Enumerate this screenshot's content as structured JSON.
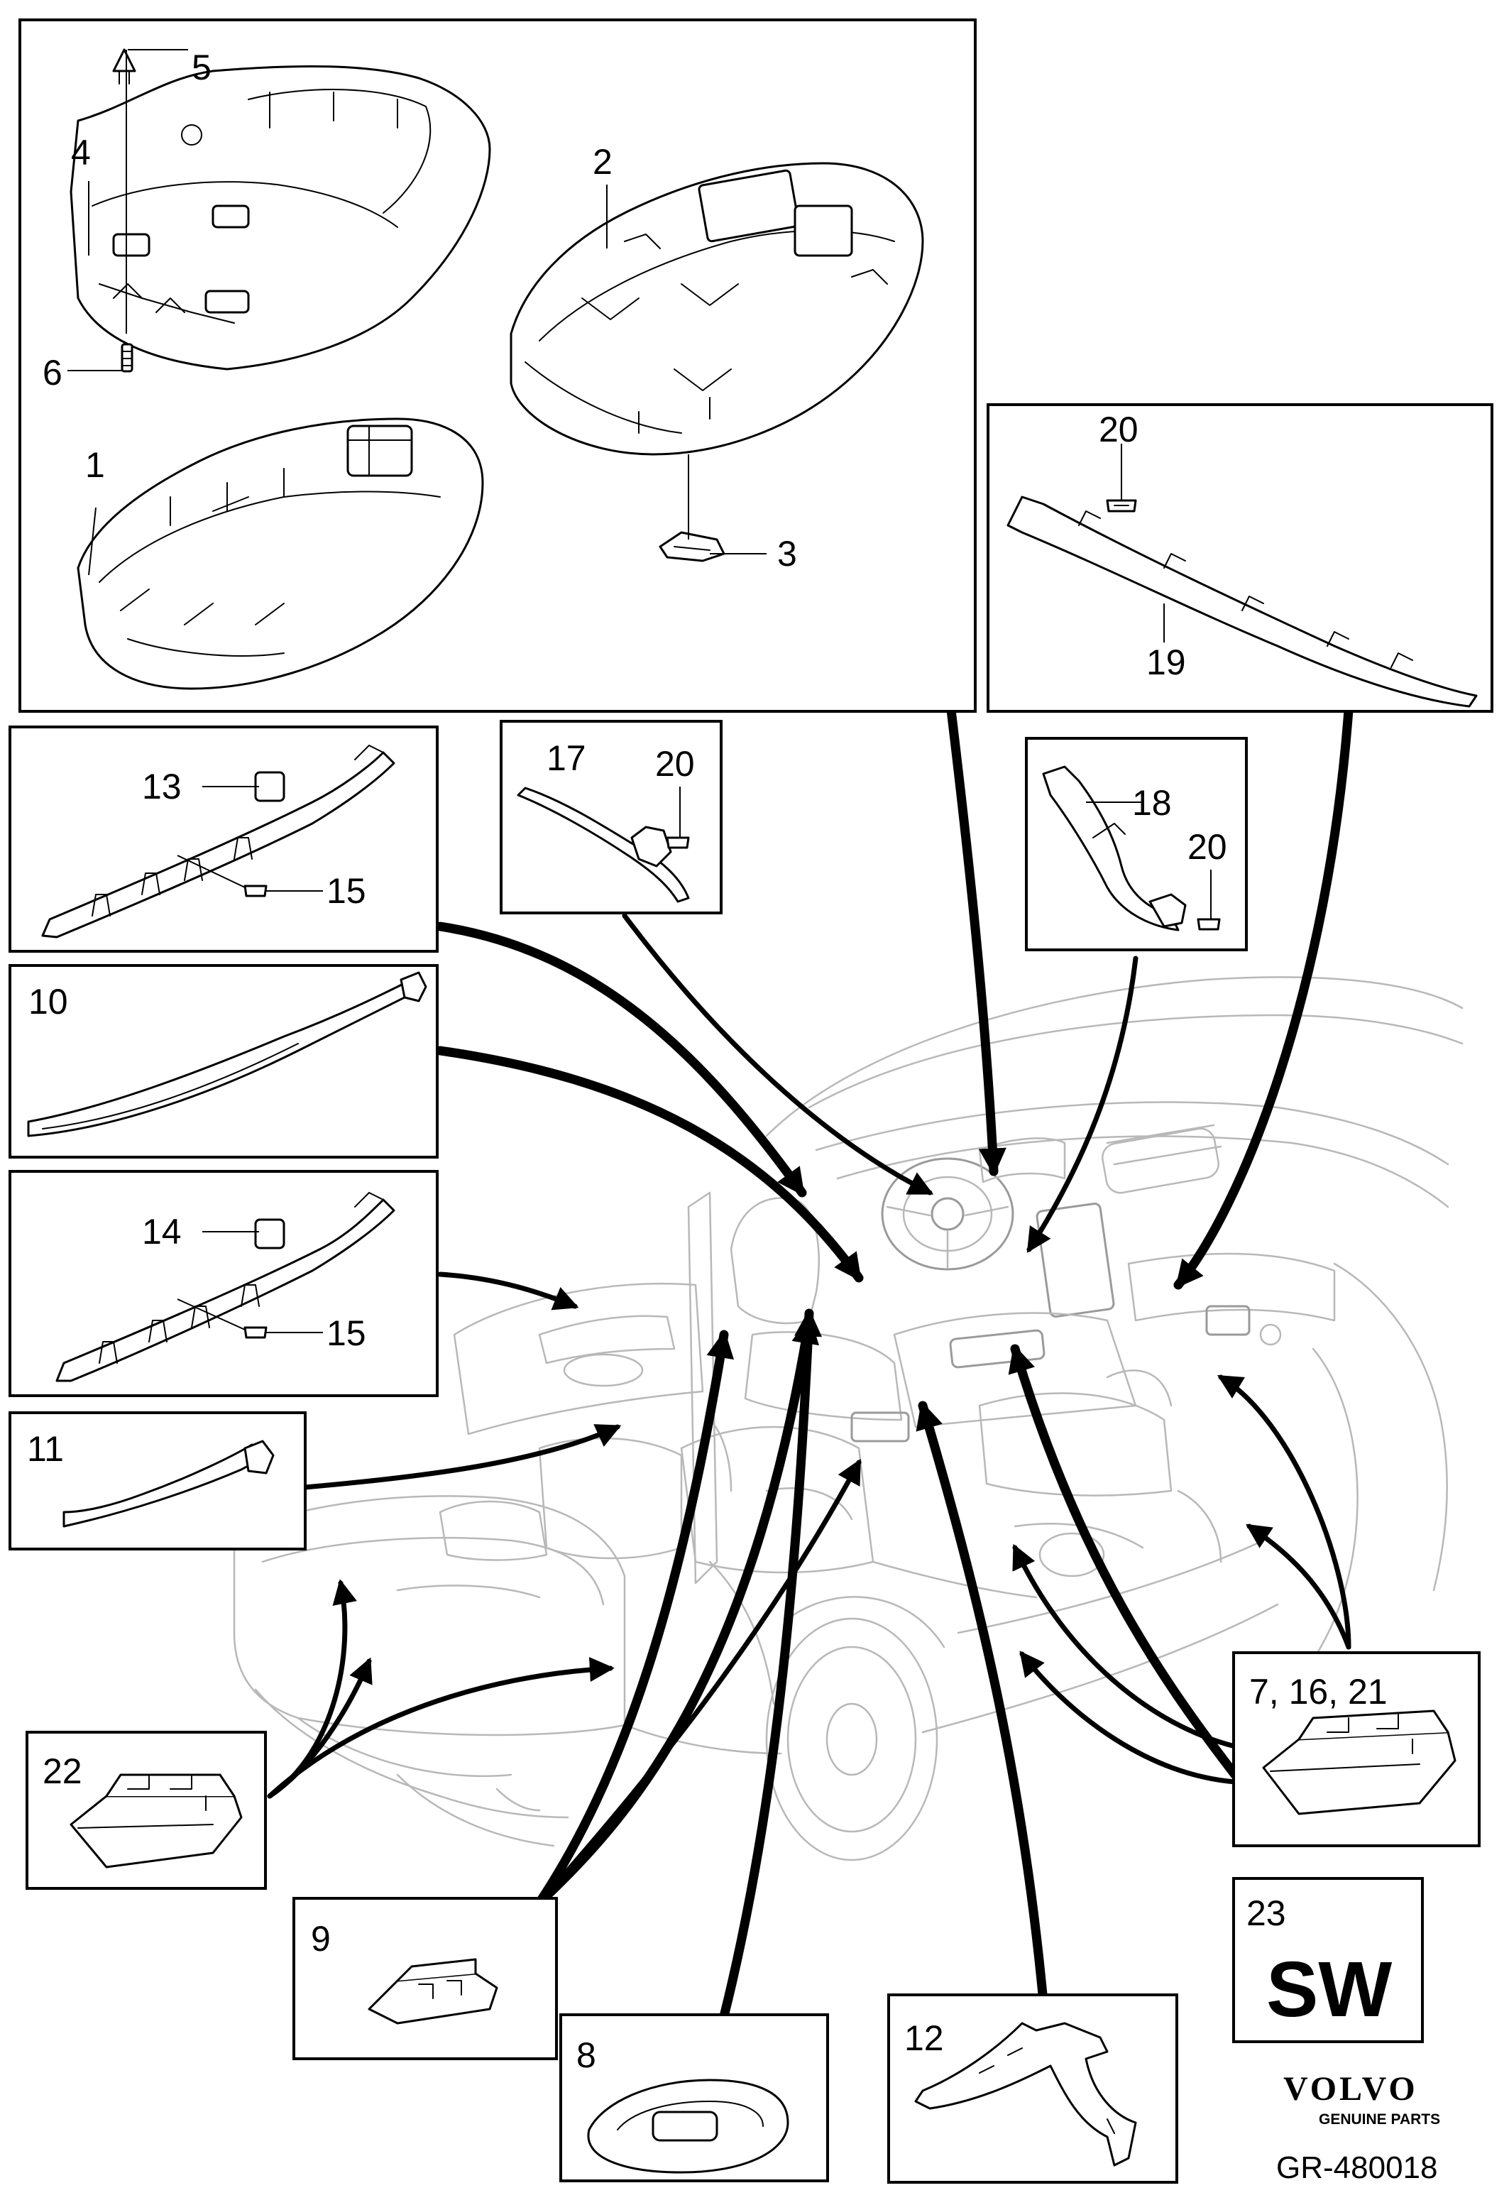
{
  "labels": {
    "p1": "1",
    "p2": "2",
    "p3": "3",
    "p4": "4",
    "p5": "5",
    "p6": "6",
    "p8": "8",
    "p9": "9",
    "p10": "10",
    "p11": "11",
    "p12": "12",
    "p13": "13",
    "p14": "14",
    "p15a": "15",
    "p15b": "15",
    "p17": "17",
    "p18": "18",
    "p19": "19",
    "p20a": "20",
    "p20b": "20",
    "p20c": "20",
    "p22": "22",
    "p23": "23",
    "p7_16_21": "7, 16, 21"
  },
  "software_badge": "SW",
  "brand": {
    "name": "VOLVO",
    "tagline": "GENUINE PARTS"
  },
  "reference": "GR-480018"
}
